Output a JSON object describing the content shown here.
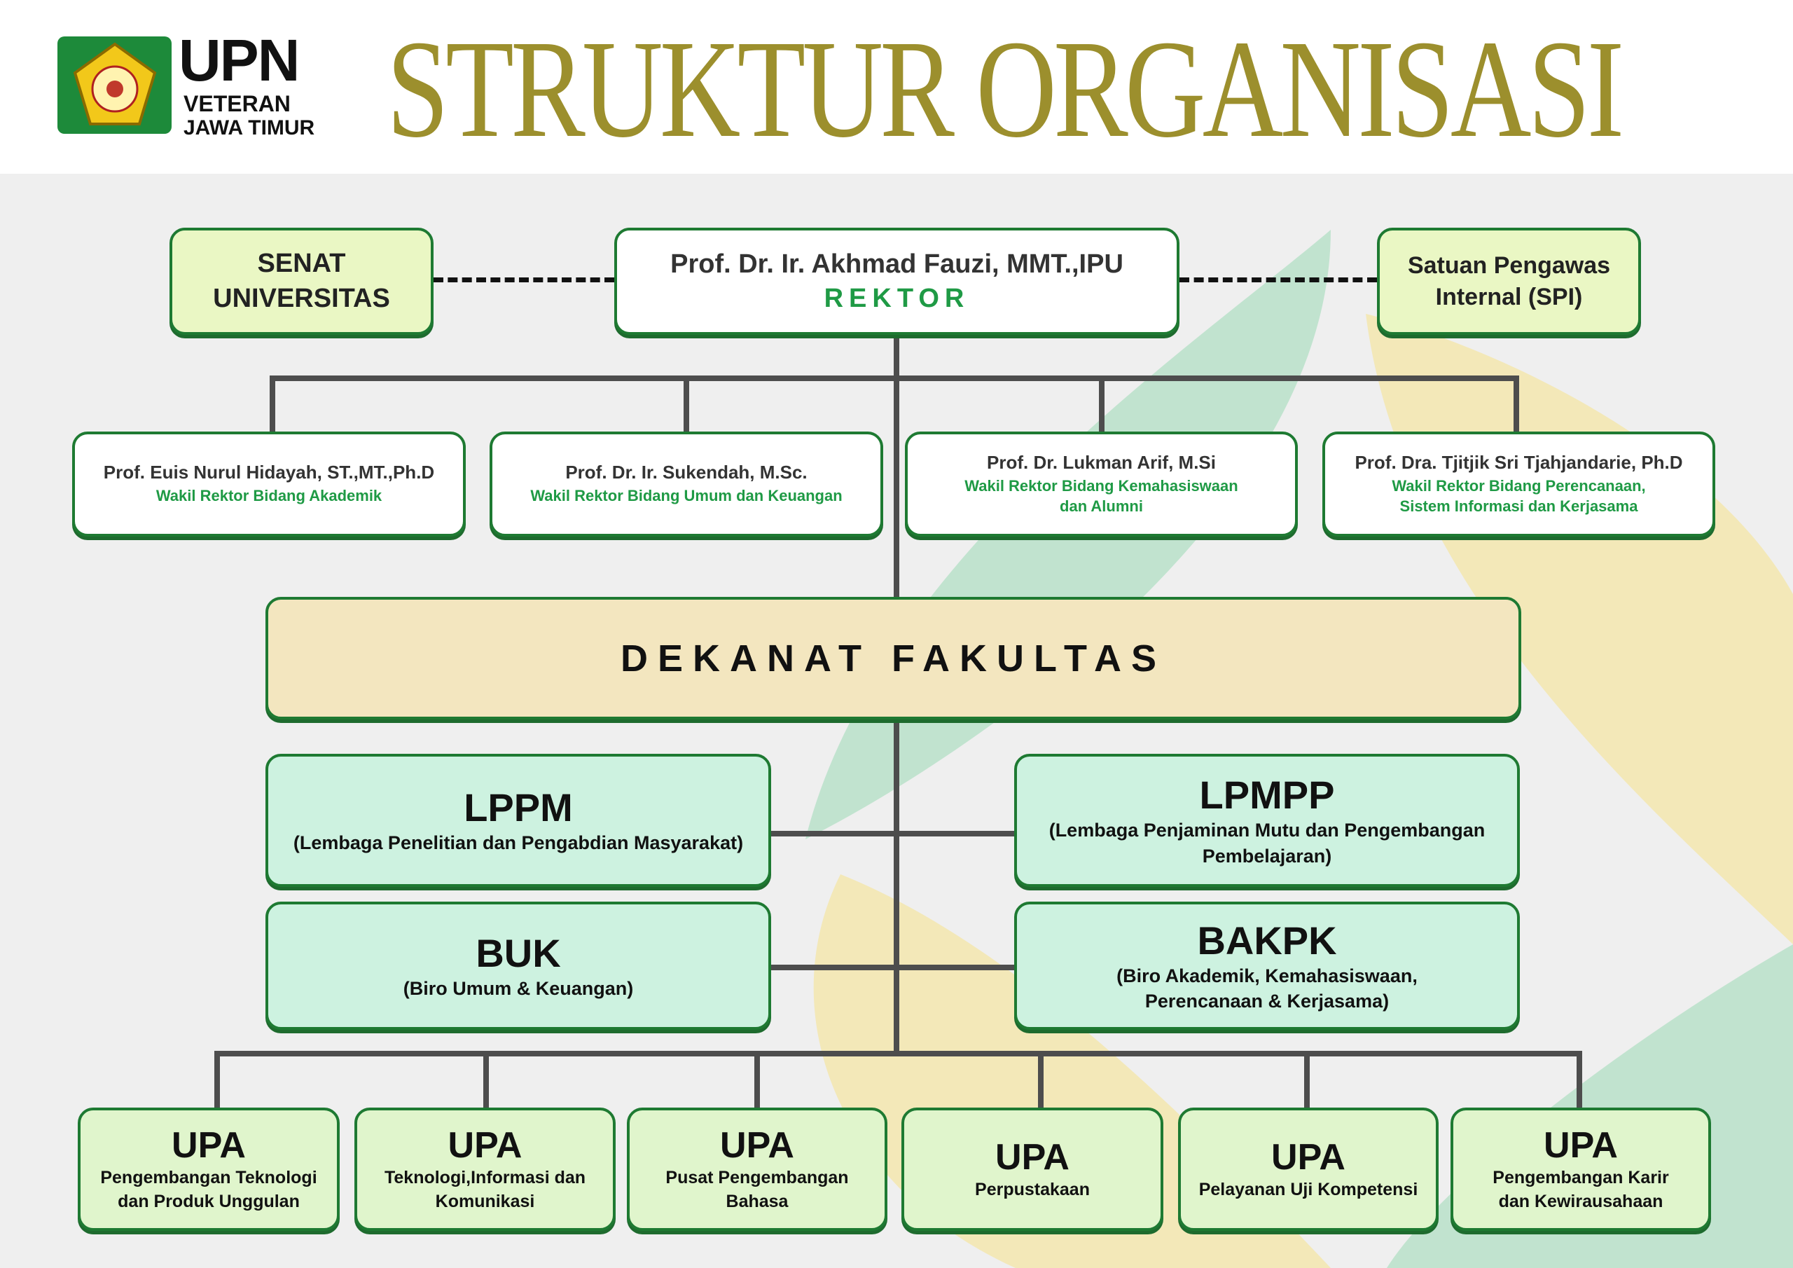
{
  "header": {
    "logo_text": {
      "upn": "UPN",
      "veteran": "VETERAN",
      "jawa_timur": "JAWA TIMUR"
    },
    "title": "STRUKTUR ORGANISASI"
  },
  "colors": {
    "title": "#9c8f2d",
    "border": "#1e7a32",
    "accent_text": "#1f9a45",
    "logo_green": "#1d8a3a"
  },
  "senat": {
    "line1": "SENAT",
    "line2": "UNIVERSITAS"
  },
  "rektor": {
    "name": "Prof. Dr. Ir. Akhmad Fauzi, MMT.,IPU",
    "role": "REKTOR"
  },
  "spi": {
    "line1": "Satuan Pengawas",
    "line2": "Internal (SPI)"
  },
  "wakil_rektor": [
    {
      "name": "Prof. Euis Nurul Hidayah, ST.,MT.,Ph.D",
      "role": "Wakil Rektor Bidang Akademik",
      "role2": ""
    },
    {
      "name": "Prof. Dr. Ir. Sukendah, M.Sc.",
      "role": "Wakil Rektor Bidang Umum dan Keuangan",
      "role2": ""
    },
    {
      "name": "Prof. Dr. Lukman Arif, M.Si",
      "role": "Wakil Rektor Bidang Kemahasiswaan",
      "role2": "dan Alumni"
    },
    {
      "name": "Prof. Dra. Tjitjik Sri Tjahjandarie, Ph.D",
      "role": "Wakil Rektor Bidang  Perencanaan,",
      "role2": "Sistem Informasi dan Kerjasama"
    }
  ],
  "dekanat": "DEKANAT FAKULTAS",
  "lppm": {
    "title": "LPPM",
    "sub": "(Lembaga Penelitian dan Pengabdian Masyarakat)"
  },
  "lpmpp": {
    "title": "LPMPP",
    "sub1": "(Lembaga Penjaminan Mutu dan Pengembangan",
    "sub2": "Pembelajaran)"
  },
  "buk": {
    "title": "BUK",
    "sub": "(Biro Umum & Keuangan)"
  },
  "bakpk": {
    "title": "BAKPK",
    "sub1": "(Biro Akademik, Kemahasiswaan,",
    "sub2": "Perencanaan & Kerjasama)"
  },
  "upa": [
    {
      "title": "UPA",
      "l1": "Pengembangan Teknologi",
      "l2": "dan Produk Unggulan"
    },
    {
      "title": "UPA",
      "l1": "Teknologi,Informasi dan",
      "l2": "Komunikasi"
    },
    {
      "title": "UPA",
      "l1": "Pusat Pengembangan",
      "l2": "Bahasa"
    },
    {
      "title": "UPA",
      "l1": "Perpustakaan",
      "l2": ""
    },
    {
      "title": "UPA",
      "l1": "Pelayanan Uji Kompetensi",
      "l2": ""
    },
    {
      "title": "UPA",
      "l1": "Pengembangan Karir",
      "l2": "dan Kewirausahaan"
    }
  ]
}
